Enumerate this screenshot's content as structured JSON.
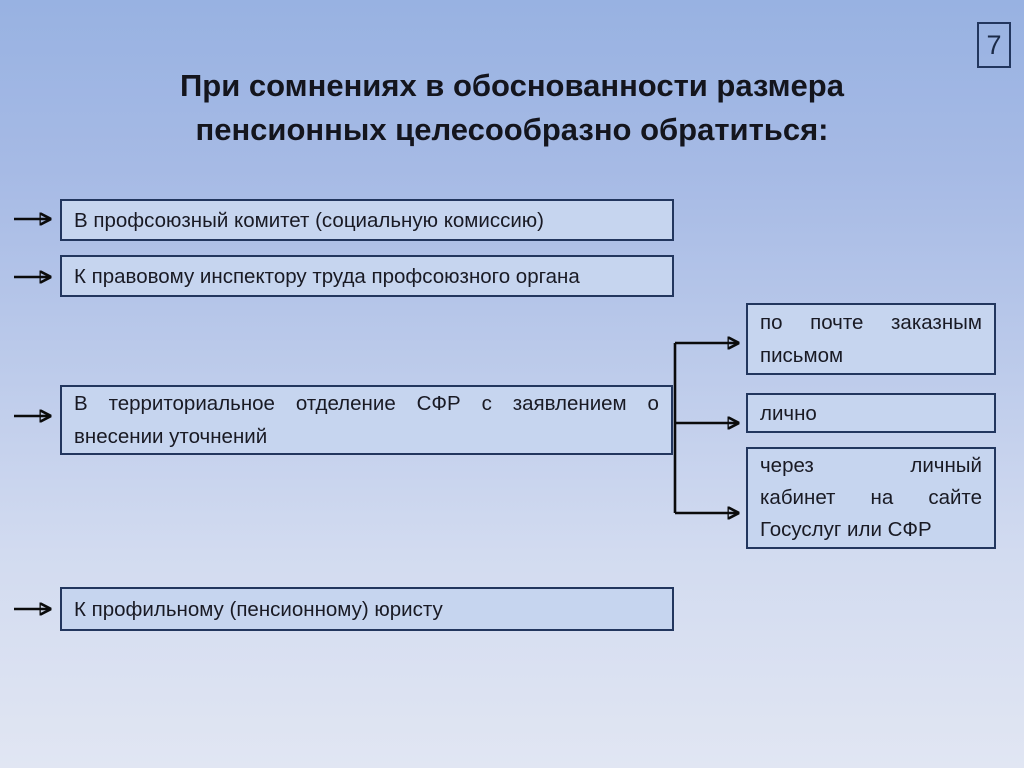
{
  "slide": {
    "page_number": "7",
    "title": "При сомнениях в обоснованности размера\nпенсионных целесообразно обратиться:",
    "boxes": {
      "union_committee": {
        "lines": [
          "В профсоюзный комитет (социальную комиссию)"
        ]
      },
      "labor_inspector": {
        "lines": [
          "К правовому инспектору труда профсоюзного органа"
        ]
      },
      "sfr_office": {
        "lines": [
          "В территориальное отделение СФР с заявлением о",
          "внесении уточнений"
        ]
      },
      "lawyer": {
        "lines": [
          "К профильному (пенсионному) юристу"
        ]
      }
    },
    "sfr_submission_options": {
      "by_mail": {
        "lines": [
          "по почте заказным",
          "письмом"
        ]
      },
      "in_person": {
        "lines": [
          "лично"
        ]
      },
      "online": {
        "lines": [
          "через личный",
          "кабинет на сайте",
          "Госуслуг или СФР"
        ]
      }
    },
    "colors": {
      "background_top": "#98b2e2",
      "background_bottom": "#e1e6f3",
      "box_fill": "#c6d5ef",
      "box_border": "#22365e",
      "box_text": "#191a24",
      "title_text": "#14151d",
      "arrow": "#0b0b0b"
    }
  }
}
